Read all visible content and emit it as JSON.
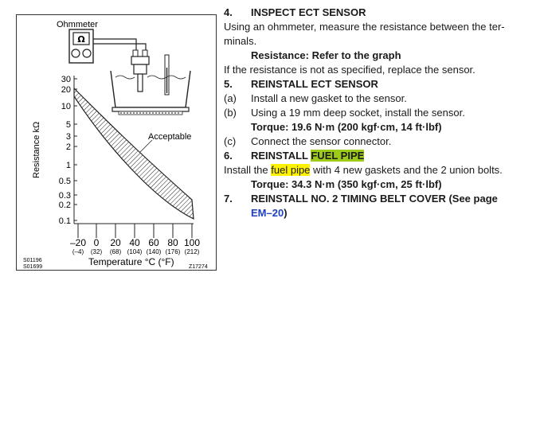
{
  "figure": {
    "ohmmeter_label": "Ohmmeter",
    "ohm_symbol": "Ω",
    "y_axis_label": "Resistance kΩ",
    "y_ticks": [
      "30",
      "20",
      "10",
      "5",
      "3",
      "2",
      "1",
      "0.5",
      "0.3",
      "0.2",
      "0.1"
    ],
    "x_ticks_c": [
      "–20",
      "0",
      "20",
      "40",
      "60",
      "80",
      "100"
    ],
    "x_ticks_f": [
      "(–4)",
      "(32)",
      "(68)",
      "(104)",
      "(140)",
      "(176)",
      "(212)"
    ],
    "x_axis_label": "Temperature °C (°F)",
    "curve_label": "Acceptable",
    "code_left_1": "S01196",
    "code_left_2": "S01699",
    "code_right": "Z17274"
  },
  "steps": {
    "s4": {
      "num": "4.",
      "title": "INSPECT ECT SENSOR",
      "body1": "Using an ohmmeter, measure the resistance between the ter-",
      "body2": "minals.",
      "spec": "Resistance: Refer to the graph",
      "body3": "If the resistance is not as specified, replace the sensor."
    },
    "s5": {
      "num": "5.",
      "title": "REINSTALL ECT SENSOR",
      "a_label": "(a)",
      "a_text": "Install a new gasket to the sensor.",
      "b_label": "(b)",
      "b_text": "Using a 19 mm deep socket, install the sensor.",
      "torque": "Torque: 19.6 N·m (200 kgf·cm, 14 ft·lbf)",
      "c_label": "(c)",
      "c_text": "Connect the sensor connector."
    },
    "s6": {
      "num": "6.",
      "title_pre": "REINSTALL ",
      "title_hl": "FUEL PIPE",
      "body_pre": "Install the ",
      "body_hl": "fuel pipe",
      "body_post": " with 4 new gaskets and the 2 union bolts.",
      "torque": "Torque: 34.3 N·m (350 kgf·cm, 25 ft·lbf)"
    },
    "s7": {
      "num": "7.",
      "title": "REINSTALL NO. 2 TIMING BELT COVER (See page",
      "link": "EM–20",
      "close": ")"
    }
  }
}
